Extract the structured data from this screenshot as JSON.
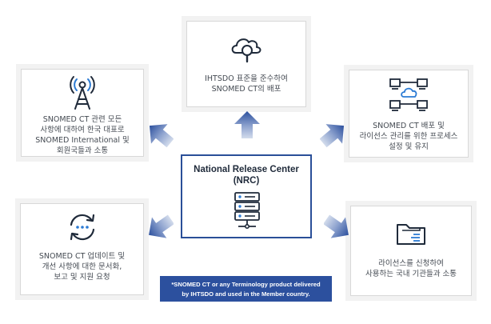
{
  "center": {
    "title_line1": "National Release Center",
    "title_line2": "(NRC)",
    "icon": "server-icon"
  },
  "cards": {
    "top": {
      "icon": "cloud-search-icon",
      "lines": [
        "IHTSDO 표준을 준수하여",
        "SNOMED CT의 배포"
      ]
    },
    "left_upper": {
      "icon": "antenna-icon",
      "lines": [
        "SNOMED CT 관련 모든",
        "사항에 대하여 한국 대표로",
        "SNOMED International 및",
        "회원국들과 소통"
      ]
    },
    "right_upper": {
      "icon": "network-icon",
      "lines": [
        "SNOMED CT 배포 및",
        "라이선스 관리를 위한 프로세스",
        "설정 및 유지"
      ]
    },
    "left_lower": {
      "icon": "refresh-icon",
      "lines": [
        "SNOMED CT 업데이트 및",
        "개선 사항에 대한 문서화,",
        "보고 및 지원 요청"
      ]
    },
    "right_lower": {
      "icon": "folder-icon",
      "lines": [
        "라이선스를 신청하여",
        "사용하는 국내 기관들과 소통"
      ]
    }
  },
  "footnote": {
    "line1": "*SNOMED CT or any Terminology product delivered",
    "line2": "by IHTSDO and used in the Member country."
  },
  "colors": {
    "accent": "#2a4f98",
    "card_bg": "#f2f2f2",
    "arrow_light": "#b9c7e2",
    "arrow_dark": "#2c509e"
  }
}
